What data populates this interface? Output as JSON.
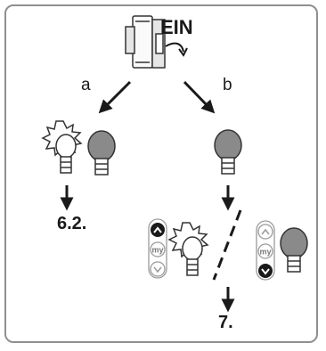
{
  "labels": {
    "power_on": "EIN",
    "branch_a": "a",
    "branch_b": "b",
    "step_a": "6.2.",
    "step_b": "7."
  },
  "remote": {
    "my_label": "my"
  },
  "icons": {
    "breaker": "circuit-breaker-icon",
    "lamp_on": "lamp-on-icon",
    "lamp_off": "lamp-off-icon",
    "up": "chevron-up-icon",
    "down": "chevron-down-icon"
  },
  "colors": {
    "frame": "#8f8f8f",
    "ink": "#1a1a1a",
    "lamp_off_fill": "#8a8a8a",
    "button_active": "#1a1a1a",
    "button_inactive": "#9a9a9a"
  }
}
